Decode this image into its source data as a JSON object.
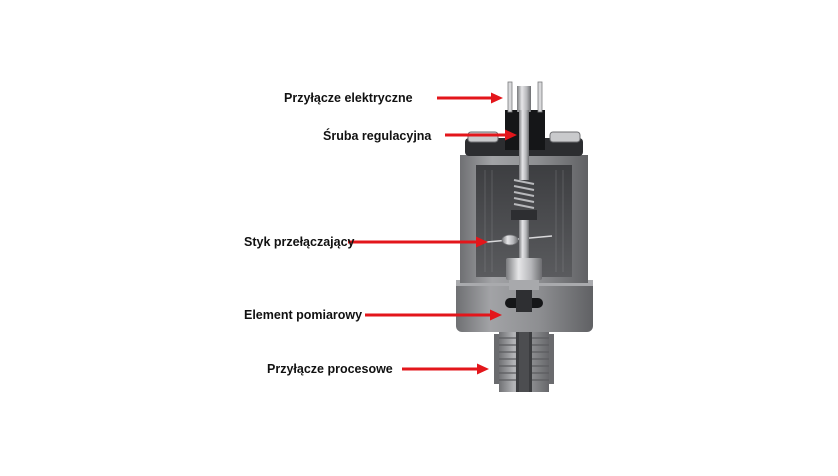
{
  "labels": [
    {
      "id": "electrical-connection",
      "text": "Przyłącze elektryczne"
    },
    {
      "id": "adjustment-screw",
      "text": "Śruba regulacyjna"
    },
    {
      "id": "switching-contact",
      "text": "Styk przełączający"
    },
    {
      "id": "sensing-element",
      "text": "Element pomiarowy"
    },
    {
      "id": "process-connection",
      "text": "Przyłącze procesowe"
    }
  ],
  "colors": {
    "arrow": "#e3161b",
    "label_text": "#111111",
    "housing": "#8f9093",
    "housing_dark": "#5f6063",
    "background": "#ffffff"
  }
}
